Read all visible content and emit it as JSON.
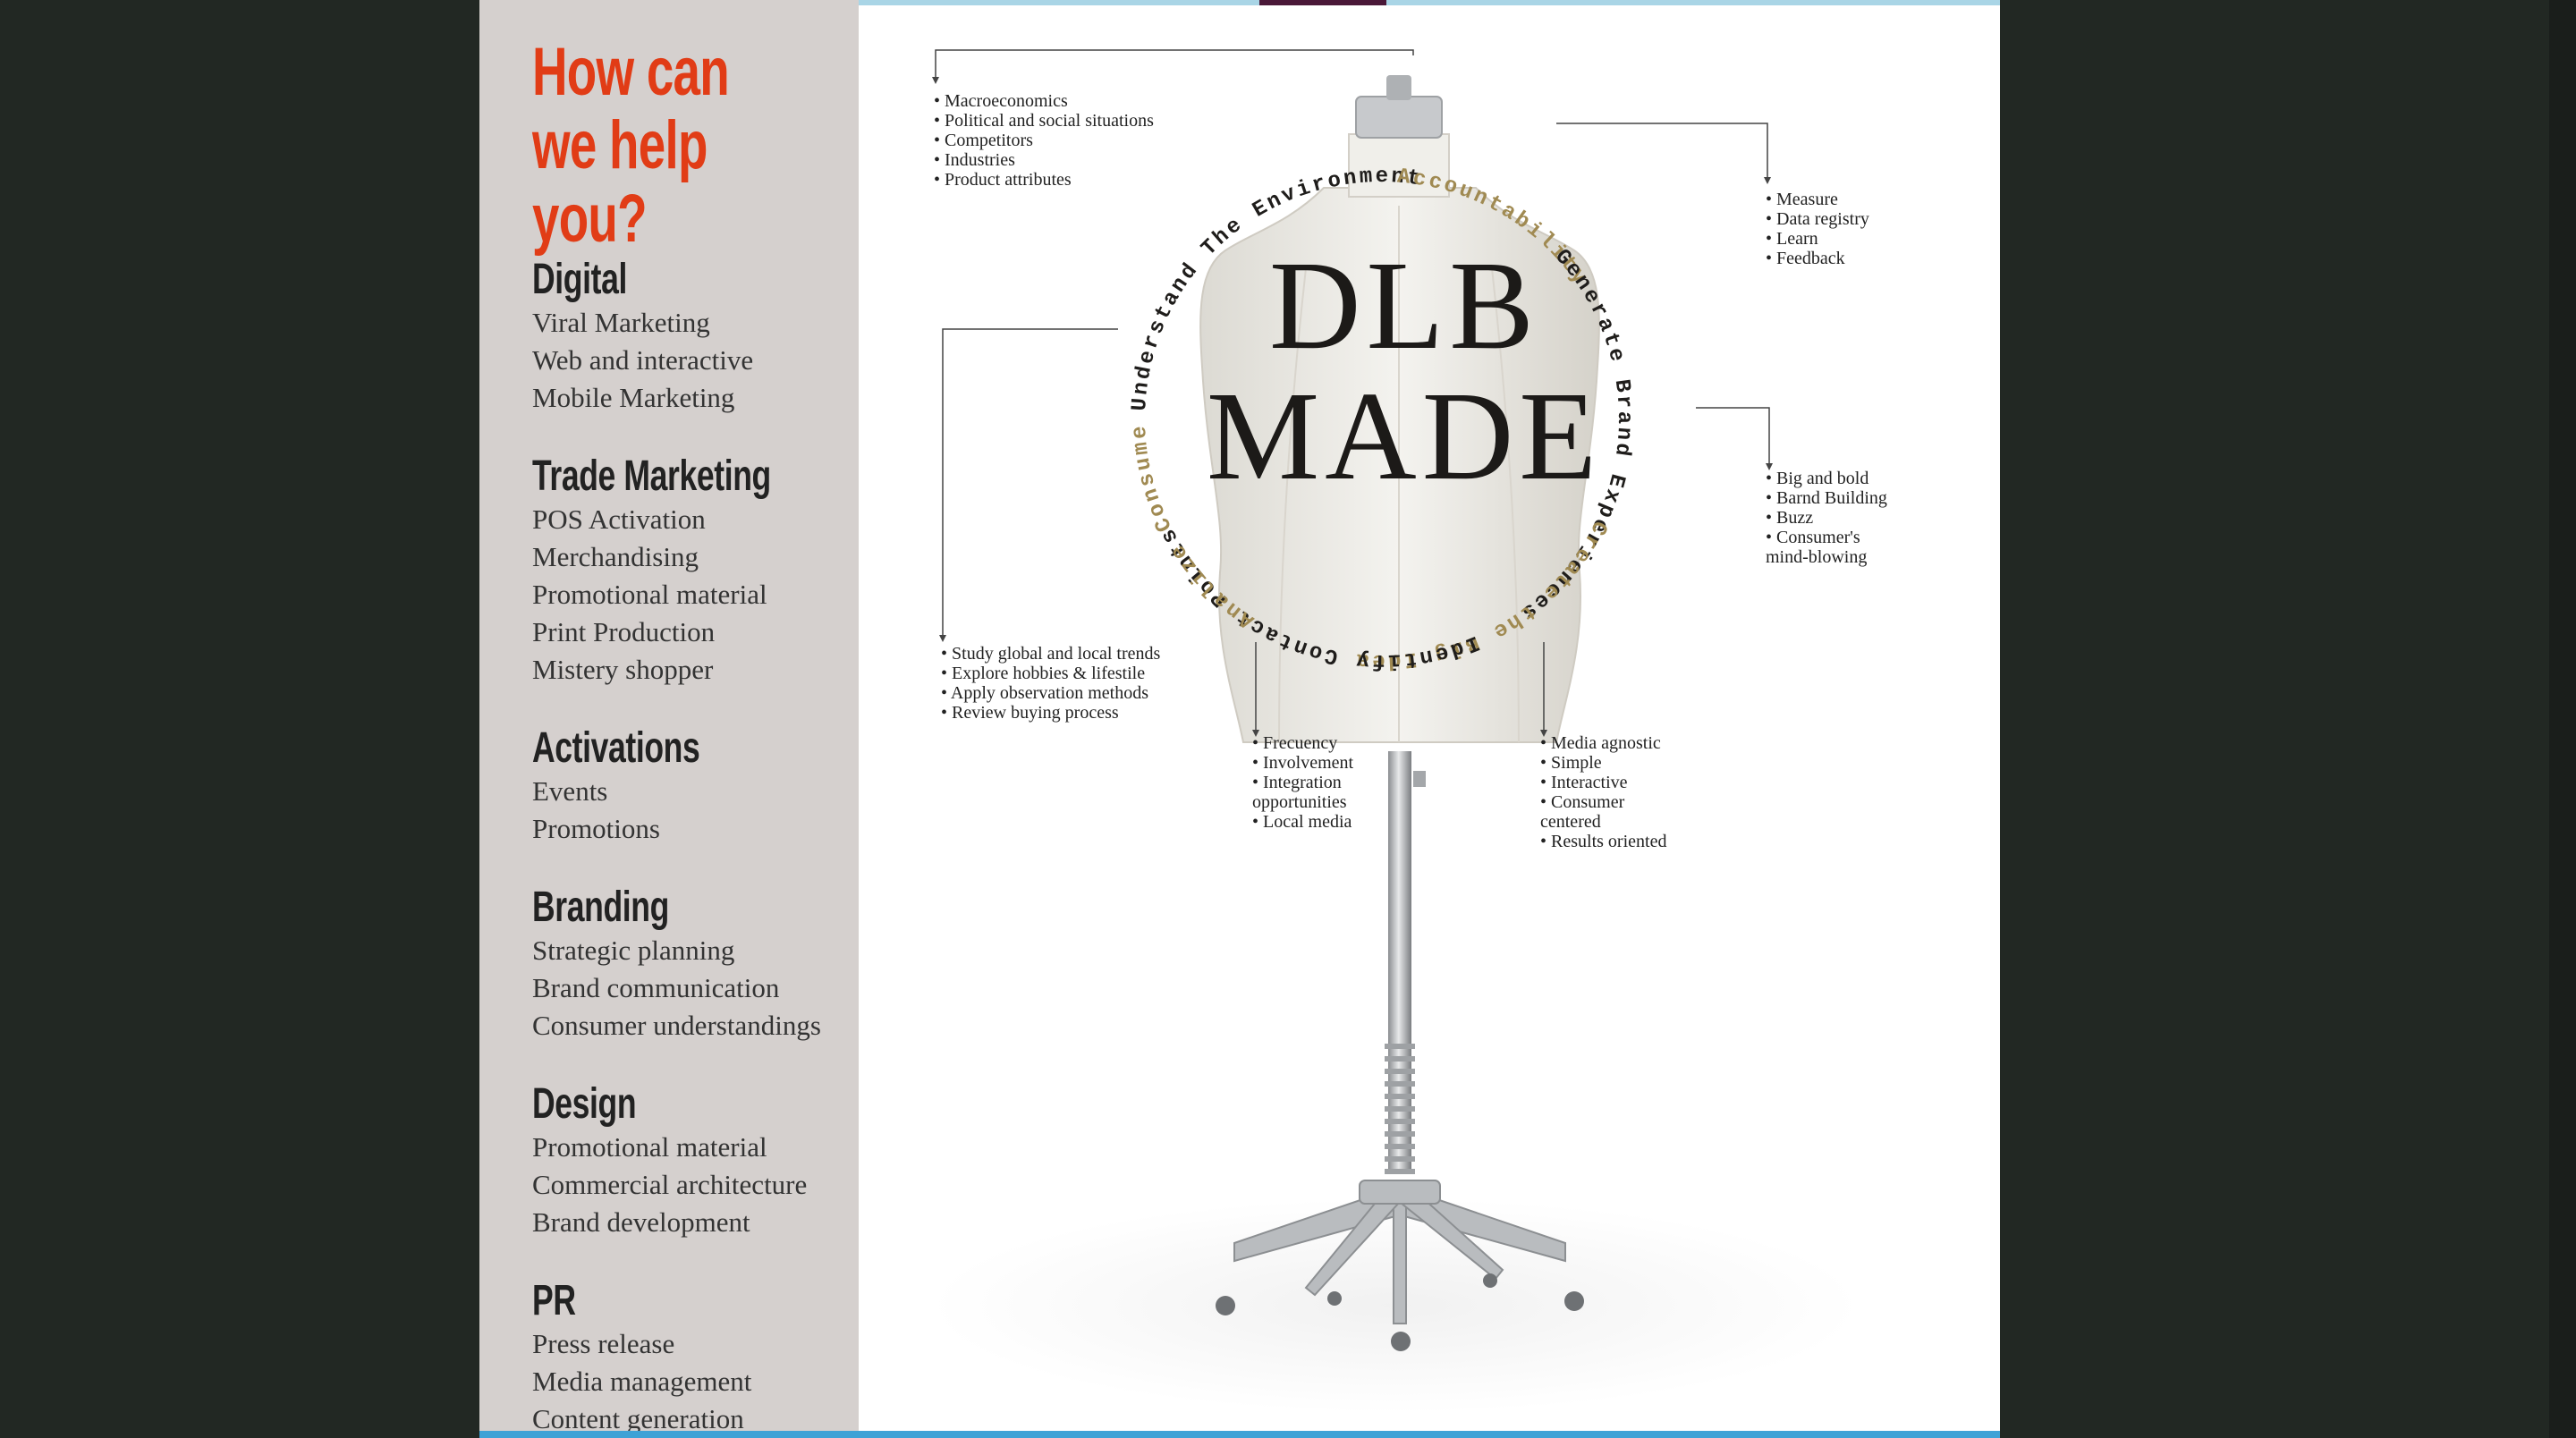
{
  "sidebar": {
    "headline": [
      "How can",
      "we help",
      "you?"
    ],
    "categories": [
      {
        "title": "Digital",
        "items": [
          "Viral Marketing",
          "Web and interactive",
          "Mobile Marketing"
        ]
      },
      {
        "title": "Trade Marketing",
        "items": [
          "POS Activation",
          "Merchandising",
          "Promotional material",
          "Print Production",
          "Mistery shopper"
        ]
      },
      {
        "title": "Activations",
        "items": [
          "Events",
          "Promotions"
        ]
      },
      {
        "title": "Branding",
        "items": [
          "Strategic planning",
          "Brand communication",
          "Consumer understandings"
        ]
      },
      {
        "title": "Design",
        "items": [
          "Promotional material",
          "Commercial architecture",
          "Brand development"
        ]
      },
      {
        "title": "PR",
        "items": [
          "Press release",
          "Media management",
          "Content generation"
        ]
      }
    ]
  },
  "diagram": {
    "brand_line1": "DLB",
    "brand_line2": "MADE",
    "arcs": {
      "understand": "Understand The Environment",
      "accountability": "Accountability",
      "generate": "Generate Brand Experiences",
      "create": "Create the Big Idea",
      "identify": "Identify Contact Points",
      "analize": "Analize Consumer Trends"
    },
    "colors": {
      "dark_arc": "#1f1d1b",
      "gold_arc": "#a08a52"
    },
    "lists": {
      "environment": [
        "Macroeconomics",
        "Political and social situations",
        "Competitors",
        "Industries",
        "Product attributes"
      ],
      "accountability": [
        "Measure",
        "Data registry",
        "Learn",
        "Feedback"
      ],
      "brand_experiences": [
        "Big and bold",
        "Barnd Building",
        "Buzz",
        "Consumer's",
        "mind-blowing"
      ],
      "consumer_trends": [
        "Study global and local trends",
        "Explore hobbies & lifestile",
        "Apply observation methods",
        "Review buying process"
      ],
      "contact_points": [
        "Frecuency",
        "Involvement",
        "Integration",
        "opportunities",
        "Local media"
      ],
      "big_idea": [
        "Media agnostic",
        "Simple",
        "Interactive",
        "Consumer",
        "centered",
        "Results oriented"
      ]
    }
  }
}
